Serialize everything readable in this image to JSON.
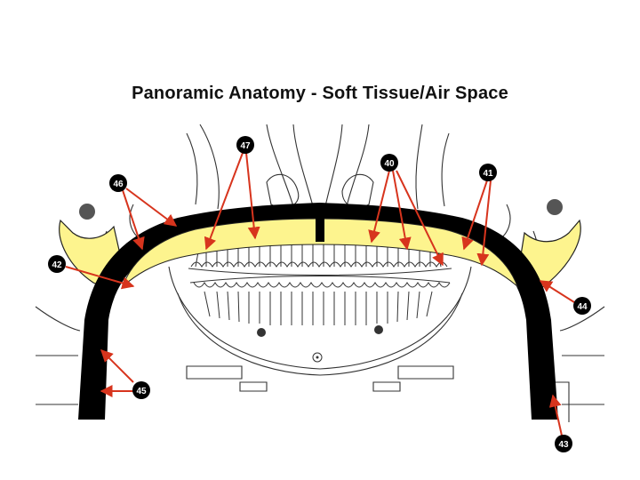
{
  "title": "Panoramic Anatomy - Soft Tissue/Air Space",
  "colors": {
    "airway": "#000000",
    "soft_tissue": "#fdf48e",
    "arrow": "#d7341d",
    "outline": "#333333",
    "marker_fill": "#000000",
    "marker_text": "#ffffff"
  },
  "markers": [
    {
      "id": "m40",
      "label": "40"
    },
    {
      "id": "m41",
      "label": "41"
    },
    {
      "id": "m42",
      "label": "42"
    },
    {
      "id": "m43",
      "label": "43"
    },
    {
      "id": "m44",
      "label": "44"
    },
    {
      "id": "m45",
      "label": "45"
    },
    {
      "id": "m46",
      "label": "46"
    },
    {
      "id": "m47",
      "label": "47"
    }
  ]
}
